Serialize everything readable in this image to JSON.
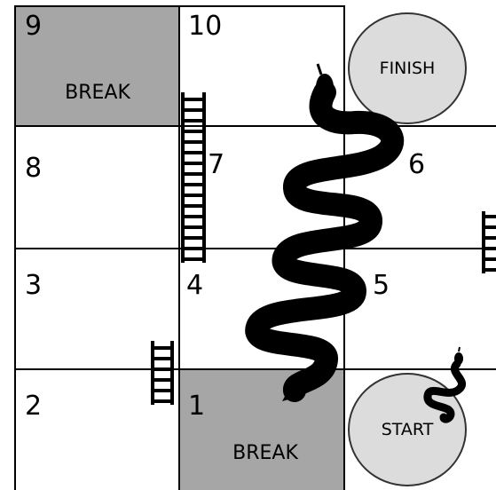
{
  "squares": [
    {
      "id": "9",
      "label": "9",
      "text": "BREAK",
      "shaded": true
    },
    {
      "id": "10",
      "label": "10",
      "text": "",
      "shaded": false
    },
    {
      "id": "8",
      "label": "8",
      "text": "",
      "shaded": false
    },
    {
      "id": "7",
      "label": "7",
      "text": "",
      "shaded": false
    },
    {
      "id": "6",
      "label": "6",
      "text": "",
      "shaded": false
    },
    {
      "id": "3",
      "label": "3",
      "text": "",
      "shaded": false
    },
    {
      "id": "4",
      "label": "4",
      "text": "",
      "shaded": false
    },
    {
      "id": "5",
      "label": "5",
      "text": "",
      "shaded": false
    },
    {
      "id": "2",
      "label": "2",
      "text": "",
      "shaded": false
    },
    {
      "id": "1",
      "label": "1",
      "text": "BREAK",
      "shaded": true
    }
  ],
  "finish": {
    "label": "FINISH"
  },
  "start": {
    "label": "START"
  },
  "pieces": {
    "ladders": [
      "ladder-icon",
      "ladder-icon",
      "ladder-icon"
    ],
    "snakes": [
      "snake-icon",
      "snake-icon"
    ]
  },
  "colors": {
    "break_fill": "#a6a6a6",
    "circle_fill": "#dcdcdc",
    "lines": "#000000"
  }
}
